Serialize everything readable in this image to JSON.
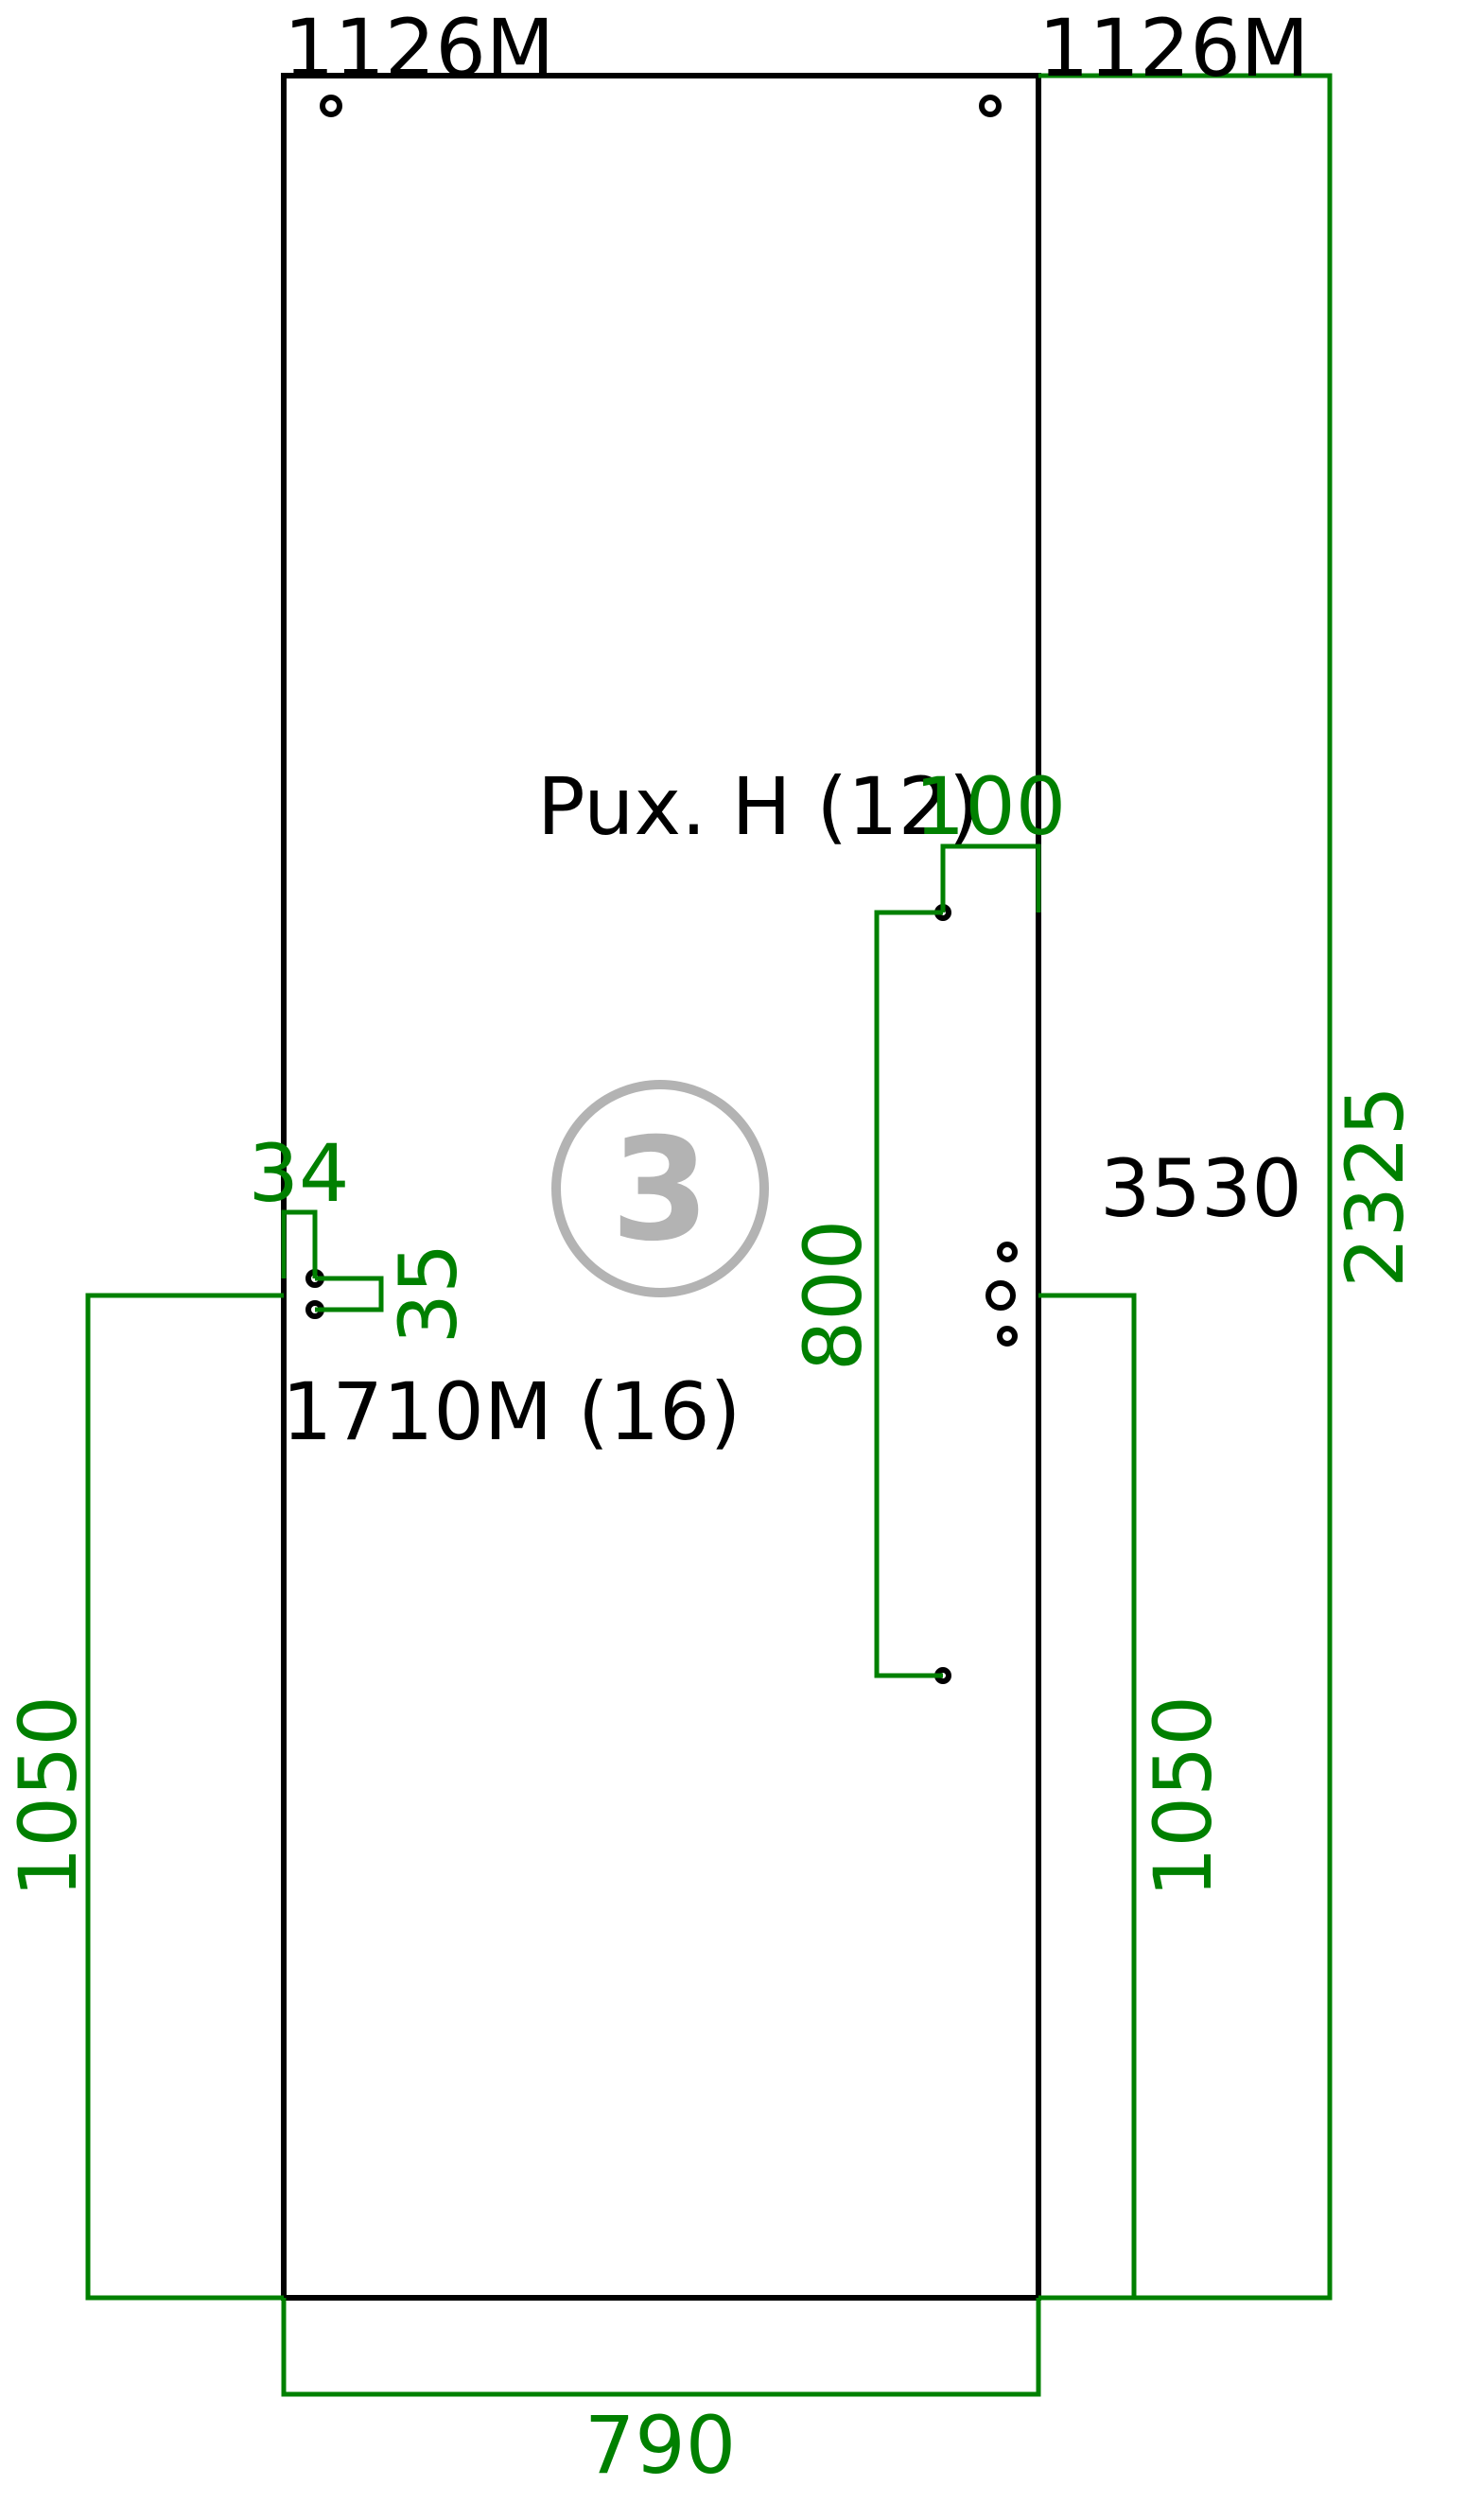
{
  "panel": {
    "badge_number": "3",
    "hinge_label_left": "1126M",
    "hinge_label_right": "1126M",
    "center_label": "Pux. H (12)",
    "left_label": "1710M (16)",
    "right_label": "3530"
  },
  "dimensions": {
    "width": "790",
    "height": "2325",
    "left_height": "1050",
    "right_height": "1050",
    "vertical_span": "800",
    "edge_offset": "100",
    "side_offset": "34",
    "hole_spacing": "35"
  },
  "colors": {
    "outline": "#000000",
    "dimension": "#008000",
    "badge": "#b3b3b3"
  }
}
